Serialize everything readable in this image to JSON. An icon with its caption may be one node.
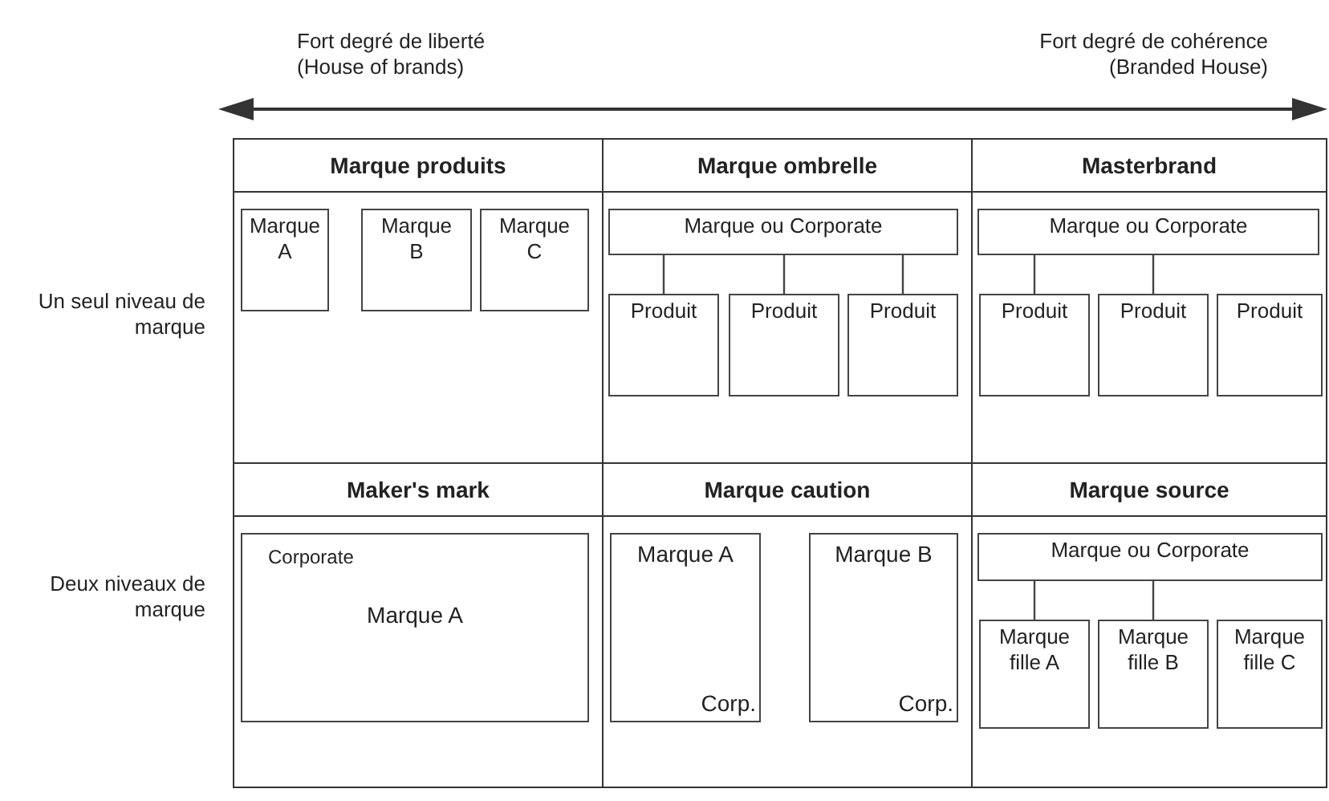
{
  "diagram": {
    "nodes": [
      {
        "text": [
          "Marque produits"
        ]
      },
      {
        "text": [
          "Marque A"
        ],
        "in": 0
      },
      {
        "text": [
          "Marque B"
        ],
        "in": 0
      },
      {
        "text": [
          "Marque C"
        ],
        "in": 0
      },
      {
        "text": [
          "Marque ombrelle"
        ]
      },
      {
        "text": [
          "Marque ou Corporate"
        ],
        "in": 4
      },
      {
        "text": [
          "Produit"
        ],
        "in": 4
      },
      {
        "text": [
          "Produit"
        ],
        "in": 4
      },
      {
        "text": [
          "Produit"
        ],
        "in": 4
      },
      {
        "text": [
          "Masterbrand"
        ]
      },
      {
        "text": [
          "Marque ou Corporate"
        ],
        "in": 9
      },
      {
        "text": [
          "Produit"
        ],
        "in": 9
      },
      {
        "text": [
          "Produit"
        ],
        "in": 9
      },
      {
        "text": [
          "Produit"
        ],
        "in": 9
      },
      {
        "text": [
          "Maker's mark"
        ]
      },
      {
        "text": [
          "Corporate",
          "Marque A"
        ],
        "in": 14
      },
      {
        "text": [
          "Marque caution"
        ]
      },
      {
        "text": [
          "Marque A",
          "Corp."
        ],
        "in": 16
      },
      {
        "text": [
          "Marque B",
          "Corp."
        ],
        "in": 16
      },
      {
        "text": [
          "Marque source"
        ]
      },
      {
        "text": [
          "Marque ou Corporate"
        ],
        "in": 19
      },
      {
        "text": [
          "Marque fille A"
        ],
        "in": 19
      },
      {
        "text": [
          "Marque fille B"
        ],
        "in": 19
      },
      {
        "text": [
          "Marque fille C"
        ],
        "in": 19
      }
    ],
    "edges": [
      {
        "from": 5,
        "to": 6,
        "arrow": "none"
      },
      {
        "from": 5,
        "to": 7,
        "arrow": "none"
      },
      {
        "from": 5,
        "to": 8,
        "arrow": "none"
      },
      {
        "from": 10,
        "to": 11,
        "arrow": "none"
      },
      {
        "from": 10,
        "to": 12,
        "arrow": "none"
      },
      {
        "from": 20,
        "to": 21,
        "arrow": "none"
      },
      {
        "from": 20,
        "to": 22,
        "arrow": "none"
      }
    ],
    "labels": [
      "Fort degré de liberté (House of brands)",
      "Fort degré de cohérence (Branded House)",
      "Un seul niveau de marque",
      "Deux niveaux de marque"
    ]
  }
}
